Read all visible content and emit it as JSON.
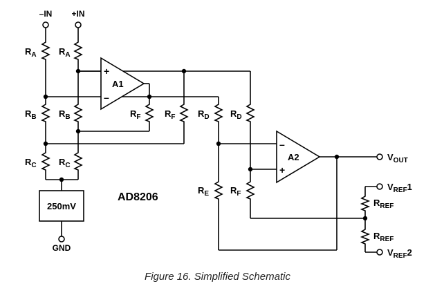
{
  "terminals": {
    "neg_in": "–IN",
    "pos_in": "+IN",
    "gnd": "GND",
    "vout": "V",
    "vout_sub": "OUT",
    "vref1": "V",
    "vref1_sub": "REF",
    "vref1_num": "1",
    "vref2": "V",
    "vref2_sub": "REF",
    "vref2_num": "2"
  },
  "resistors": {
    "r_main": "R",
    "ra_sub": "A",
    "rb_sub": "B",
    "rc_sub": "C",
    "rf_sub": "F",
    "rd_sub": "D",
    "re_sub": "E",
    "rref_sub": "REF"
  },
  "amplifiers": {
    "a1": "A1",
    "a2": "A2",
    "plus": "+",
    "minus": "–"
  },
  "reference_box": "250mV",
  "part_number": "AD8206",
  "caption": "Figure 16. Simplified Schematic"
}
